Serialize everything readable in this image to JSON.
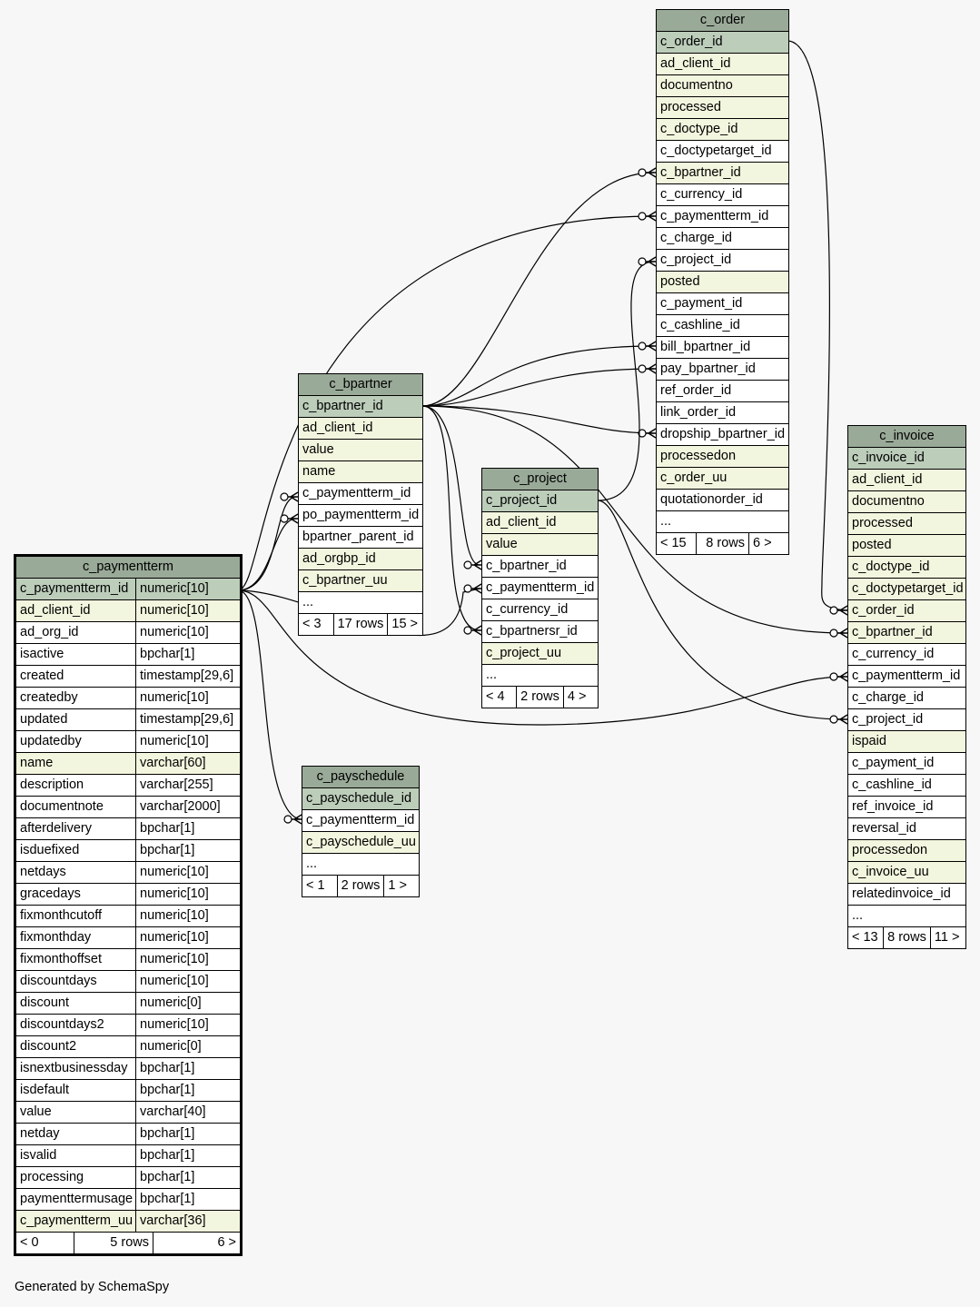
{
  "tables": {
    "c_order": {
      "name": "c_order",
      "columns": [
        {
          "name": "c_order_id",
          "kind": "pk"
        },
        {
          "name": "ad_client_id",
          "kind": "idx"
        },
        {
          "name": "documentno",
          "kind": "idx"
        },
        {
          "name": "processed",
          "kind": "idx"
        },
        {
          "name": "c_doctype_id",
          "kind": "idx"
        },
        {
          "name": "c_doctypetarget_id",
          "kind": "plain"
        },
        {
          "name": "c_bpartner_id",
          "kind": "idx"
        },
        {
          "name": "c_currency_id",
          "kind": "plain"
        },
        {
          "name": "c_paymentterm_id",
          "kind": "plain"
        },
        {
          "name": "c_charge_id",
          "kind": "plain"
        },
        {
          "name": "c_project_id",
          "kind": "plain"
        },
        {
          "name": "posted",
          "kind": "idx"
        },
        {
          "name": "c_payment_id",
          "kind": "plain"
        },
        {
          "name": "c_cashline_id",
          "kind": "plain"
        },
        {
          "name": "bill_bpartner_id",
          "kind": "plain"
        },
        {
          "name": "pay_bpartner_id",
          "kind": "plain"
        },
        {
          "name": "ref_order_id",
          "kind": "plain"
        },
        {
          "name": "link_order_id",
          "kind": "plain"
        },
        {
          "name": "dropship_bpartner_id",
          "kind": "plain"
        },
        {
          "name": "processedon",
          "kind": "idx"
        },
        {
          "name": "c_order_uu",
          "kind": "idx"
        },
        {
          "name": "quotationorder_id",
          "kind": "plain"
        },
        {
          "name": "...",
          "kind": "plain"
        }
      ],
      "footer": [
        "< 15",
        "8 rows",
        "6 >"
      ]
    },
    "c_bpartner": {
      "name": "c_bpartner",
      "columns": [
        {
          "name": "c_bpartner_id",
          "kind": "pk"
        },
        {
          "name": "ad_client_id",
          "kind": "idx"
        },
        {
          "name": "value",
          "kind": "idx"
        },
        {
          "name": "name",
          "kind": "idx"
        },
        {
          "name": "c_paymentterm_id",
          "kind": "plain"
        },
        {
          "name": "po_paymentterm_id",
          "kind": "plain"
        },
        {
          "name": "bpartner_parent_id",
          "kind": "plain"
        },
        {
          "name": "ad_orgbp_id",
          "kind": "idx"
        },
        {
          "name": "c_bpartner_uu",
          "kind": "idx"
        },
        {
          "name": "...",
          "kind": "plain"
        }
      ],
      "footer": [
        "< 3",
        "17 rows",
        "15 >"
      ]
    },
    "c_project": {
      "name": "c_project",
      "columns": [
        {
          "name": "c_project_id",
          "kind": "pk"
        },
        {
          "name": "ad_client_id",
          "kind": "idx"
        },
        {
          "name": "value",
          "kind": "idx"
        },
        {
          "name": "c_bpartner_id",
          "kind": "plain"
        },
        {
          "name": "c_paymentterm_id",
          "kind": "plain"
        },
        {
          "name": "c_currency_id",
          "kind": "plain"
        },
        {
          "name": "c_bpartnersr_id",
          "kind": "plain"
        },
        {
          "name": "c_project_uu",
          "kind": "idx"
        },
        {
          "name": "...",
          "kind": "plain"
        }
      ],
      "footer": [
        "< 4",
        "2 rows",
        "4 >"
      ]
    },
    "c_invoice": {
      "name": "c_invoice",
      "columns": [
        {
          "name": "c_invoice_id",
          "kind": "pk"
        },
        {
          "name": "ad_client_id",
          "kind": "idx"
        },
        {
          "name": "documentno",
          "kind": "idx"
        },
        {
          "name": "processed",
          "kind": "idx"
        },
        {
          "name": "posted",
          "kind": "idx"
        },
        {
          "name": "c_doctype_id",
          "kind": "idx"
        },
        {
          "name": "c_doctypetarget_id",
          "kind": "idx"
        },
        {
          "name": "c_order_id",
          "kind": "idx"
        },
        {
          "name": "c_bpartner_id",
          "kind": "idx"
        },
        {
          "name": "c_currency_id",
          "kind": "plain"
        },
        {
          "name": "c_paymentterm_id",
          "kind": "plain"
        },
        {
          "name": "c_charge_id",
          "kind": "plain"
        },
        {
          "name": "c_project_id",
          "kind": "plain"
        },
        {
          "name": "ispaid",
          "kind": "idx"
        },
        {
          "name": "c_payment_id",
          "kind": "plain"
        },
        {
          "name": "c_cashline_id",
          "kind": "plain"
        },
        {
          "name": "ref_invoice_id",
          "kind": "plain"
        },
        {
          "name": "reversal_id",
          "kind": "plain"
        },
        {
          "name": "processedon",
          "kind": "idx"
        },
        {
          "name": "c_invoice_uu",
          "kind": "idx"
        },
        {
          "name": "relatedinvoice_id",
          "kind": "plain"
        },
        {
          "name": "...",
          "kind": "plain"
        }
      ],
      "footer": [
        "< 13",
        "8 rows",
        "11 >"
      ]
    },
    "c_payschedule": {
      "name": "c_payschedule",
      "columns": [
        {
          "name": "c_payschedule_id",
          "kind": "pk"
        },
        {
          "name": "c_paymentterm_id",
          "kind": "plain"
        },
        {
          "name": "c_payschedule_uu",
          "kind": "idx"
        },
        {
          "name": "...",
          "kind": "plain"
        }
      ],
      "footer": [
        "< 1",
        "2 rows",
        "1 >"
      ]
    },
    "c_paymentterm": {
      "name": "c_paymentterm",
      "columns": [
        {
          "name": "c_paymentterm_id",
          "type": "numeric[10]",
          "kind": "pk"
        },
        {
          "name": "ad_client_id",
          "type": "numeric[10]",
          "kind": "idx"
        },
        {
          "name": "ad_org_id",
          "type": "numeric[10]",
          "kind": "plain"
        },
        {
          "name": "isactive",
          "type": "bpchar[1]",
          "kind": "plain"
        },
        {
          "name": "created",
          "type": "timestamp[29,6]",
          "kind": "plain"
        },
        {
          "name": "createdby",
          "type": "numeric[10]",
          "kind": "plain"
        },
        {
          "name": "updated",
          "type": "timestamp[29,6]",
          "kind": "plain"
        },
        {
          "name": "updatedby",
          "type": "numeric[10]",
          "kind": "plain"
        },
        {
          "name": "name",
          "type": "varchar[60]",
          "kind": "idx"
        },
        {
          "name": "description",
          "type": "varchar[255]",
          "kind": "plain"
        },
        {
          "name": "documentnote",
          "type": "varchar[2000]",
          "kind": "plain"
        },
        {
          "name": "afterdelivery",
          "type": "bpchar[1]",
          "kind": "plain"
        },
        {
          "name": "isduefixed",
          "type": "bpchar[1]",
          "kind": "plain"
        },
        {
          "name": "netdays",
          "type": "numeric[10]",
          "kind": "plain"
        },
        {
          "name": "gracedays",
          "type": "numeric[10]",
          "kind": "plain"
        },
        {
          "name": "fixmonthcutoff",
          "type": "numeric[10]",
          "kind": "plain"
        },
        {
          "name": "fixmonthday",
          "type": "numeric[10]",
          "kind": "plain"
        },
        {
          "name": "fixmonthoffset",
          "type": "numeric[10]",
          "kind": "plain"
        },
        {
          "name": "discountdays",
          "type": "numeric[10]",
          "kind": "plain"
        },
        {
          "name": "discount",
          "type": "numeric[0]",
          "kind": "plain"
        },
        {
          "name": "discountdays2",
          "type": "numeric[10]",
          "kind": "plain"
        },
        {
          "name": "discount2",
          "type": "numeric[0]",
          "kind": "plain"
        },
        {
          "name": "isnextbusinessday",
          "type": "bpchar[1]",
          "kind": "plain"
        },
        {
          "name": "isdefault",
          "type": "bpchar[1]",
          "kind": "plain"
        },
        {
          "name": "value",
          "type": "varchar[40]",
          "kind": "plain"
        },
        {
          "name": "netday",
          "type": "bpchar[1]",
          "kind": "plain"
        },
        {
          "name": "isvalid",
          "type": "bpchar[1]",
          "kind": "plain"
        },
        {
          "name": "processing",
          "type": "bpchar[1]",
          "kind": "plain"
        },
        {
          "name": "paymenttermusage",
          "type": "bpchar[1]",
          "kind": "plain"
        },
        {
          "name": "c_paymentterm_uu",
          "type": "varchar[36]",
          "kind": "idx"
        }
      ],
      "footer": [
        "< 0",
        "5 rows",
        "6 >"
      ]
    }
  },
  "footer_text": "Generated by SchemaSpy"
}
